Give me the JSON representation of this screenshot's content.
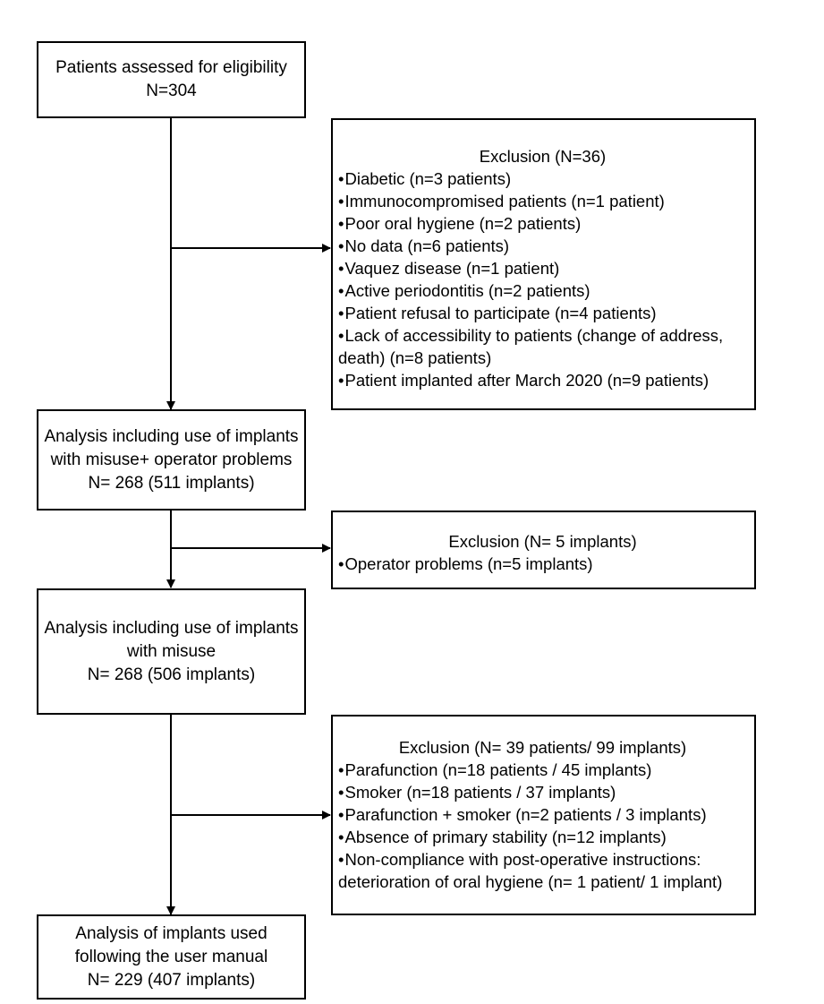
{
  "flowchart": {
    "stage1": {
      "lines": [
        "Patients assessed for eligibility",
        "N=304"
      ]
    },
    "exclusion1": {
      "title": "Exclusion (N=36)",
      "bullet": "•",
      "items": [
        "Diabetic (n=3 patients)",
        "Immunocompromised patients (n=1 patient)",
        "Poor oral hygiene (n=2 patients)",
        "No data (n=6 patients)",
        "Vaquez disease (n=1 patient)",
        "Active periodontitis (n=2 patients)",
        "Patient refusal to participate (n=4 patients)",
        "Lack of accessibility to patients (change of address, death) (n=8 patients)",
        "Patient implanted after March 2020 (n=9 patients)"
      ]
    },
    "stage2": {
      "lines": [
        "Analysis including use of implants",
        "with misuse+ operator problems",
        "N= 268 (511 implants)"
      ]
    },
    "exclusion2": {
      "title": "Exclusion (N= 5 implants)",
      "bullet": "•",
      "items": [
        "Operator problems (n=5 implants)"
      ]
    },
    "stage3": {
      "lines": [
        "Analysis including use of implants",
        "with misuse",
        "N= 268 (506 implants)"
      ]
    },
    "exclusion3": {
      "title": "Exclusion (N= 39 patients/ 99 implants)",
      "bullet": "•",
      "items": [
        "Parafunction (n=18 patients / 45 implants)",
        "Smoker (n=18 patients / 37 implants)",
        "Parafunction + smoker (n=2 patients / 3 implants)",
        "Absence of primary stability (n=12 implants)",
        "Non-compliance with post-operative instructions: deterioration of oral hygiene (n= 1 patient/ 1 implant)"
      ]
    },
    "stage4": {
      "lines": [
        "Analysis of implants used",
        "following the user manual",
        "N= 229 (407 implants)"
      ]
    }
  }
}
